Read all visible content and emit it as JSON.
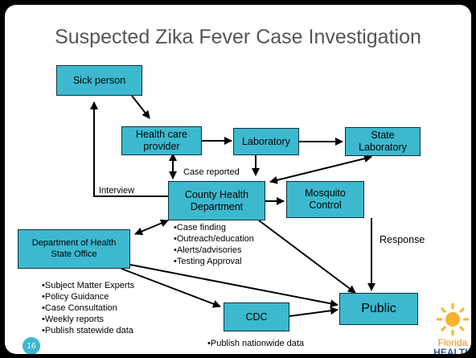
{
  "title": "Suspected Zika Fever Case Investigation",
  "boxes": {
    "sick_person": "Sick person",
    "health_care_provider": "Health care provider",
    "laboratory": "Laboratory",
    "state_laboratory": "State Laboratory",
    "county_health_department": "County Health Department",
    "mosquito_control": "Mosquito Control",
    "doh_state_office": "Department of Health State Office",
    "cdc": "CDC",
    "public": "Public"
  },
  "edge_labels": {
    "case_reported": "Case reported",
    "interview": "Interview",
    "response": "Response"
  },
  "county_tasks": [
    "Case finding",
    "Outreach/education",
    "Alerts/advisories",
    "Testing Approval"
  ],
  "state_office_tasks": [
    "Subject Matter Experts",
    "Policy Guidance",
    "Case Consultation",
    "Weekly reports",
    "Publish statewide data"
  ],
  "cdc_tasks": [
    "Publish nationwide data"
  ],
  "page_number": "16",
  "logo": {
    "line1": "Florida",
    "line2": "HEALTH",
    "colors": {
      "sun": "#f7b32b",
      "text1": "#f28a1c",
      "text2": "#2b5f9e"
    }
  },
  "colors": {
    "box_fill": "#3cb9cf",
    "arrow": "#000000"
  }
}
